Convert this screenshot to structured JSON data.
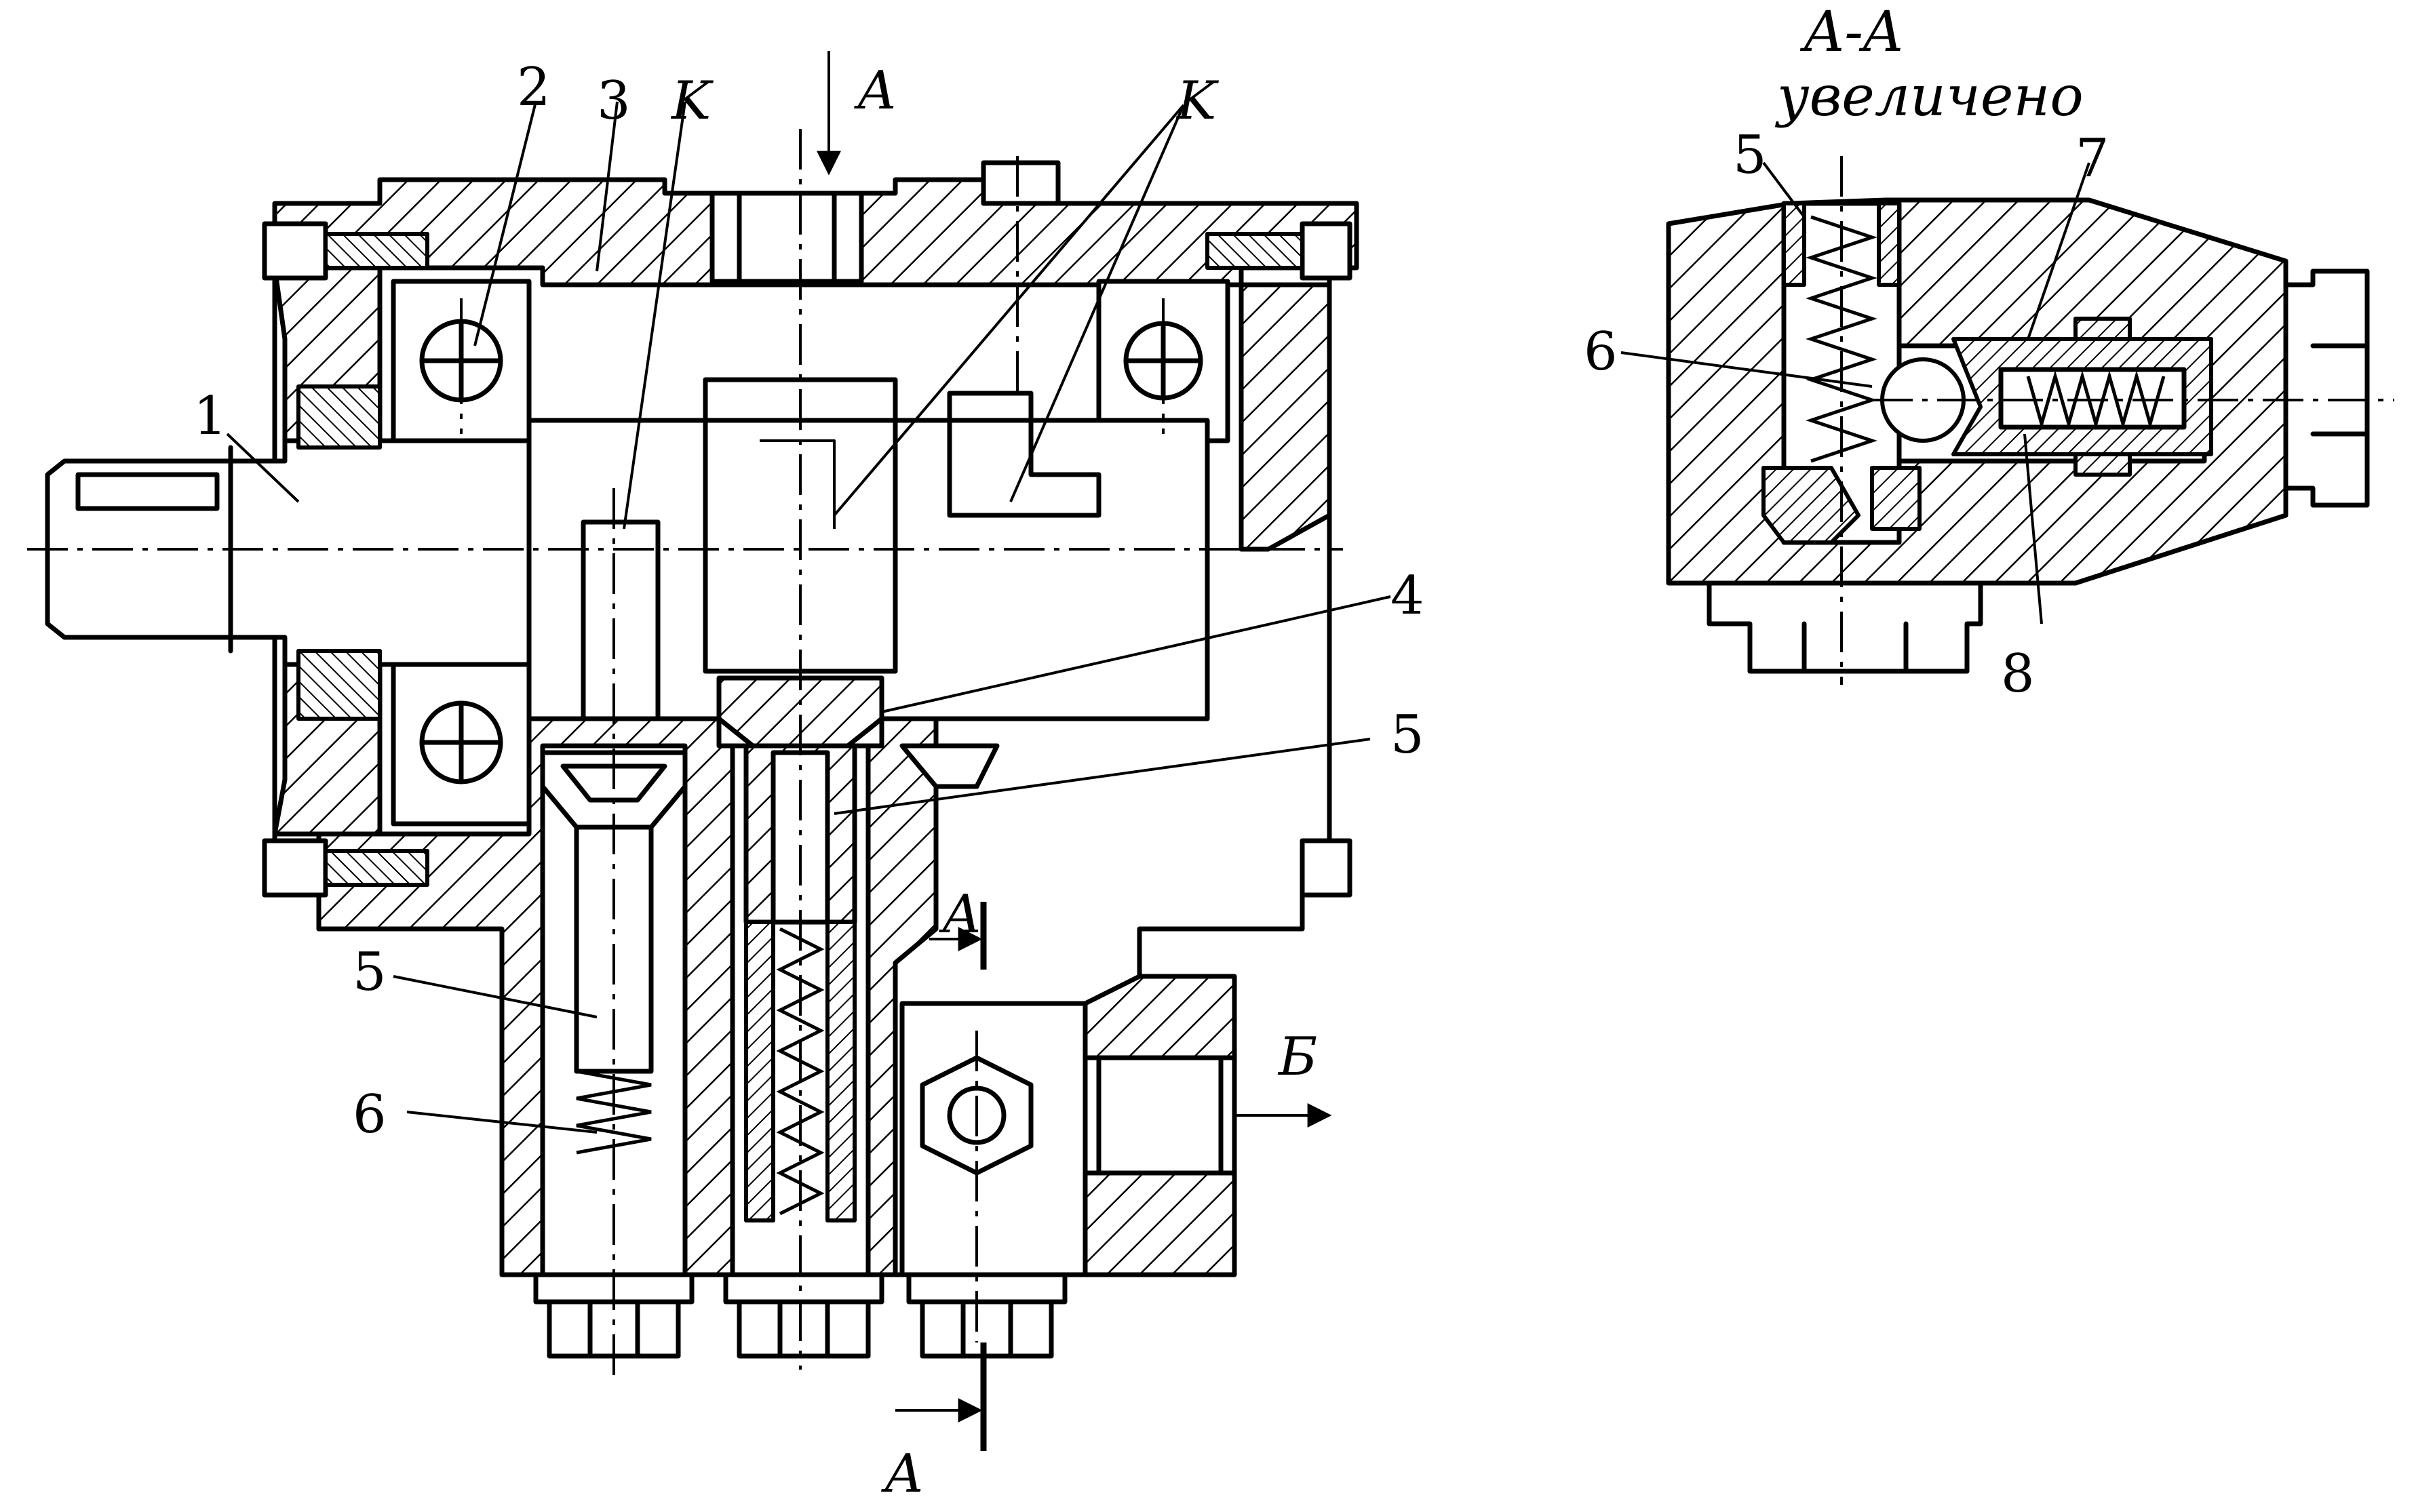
{
  "main_view": {
    "callouts": {
      "c1": "1",
      "c2": "2",
      "c3": "3",
      "c4": "4",
      "c5_right": "5",
      "c5_left": "5",
      "c6": "6",
      "k_left": "K",
      "k_right": "K"
    },
    "section_marks": {
      "top": "A",
      "side": "A",
      "bottom": "A"
    },
    "outlet_label": "Б"
  },
  "detail_view": {
    "title_line1": "A-A",
    "title_line2": "увеличено",
    "callouts": {
      "c5": "5",
      "c6": "6",
      "c7": "7",
      "c8": "8"
    }
  }
}
